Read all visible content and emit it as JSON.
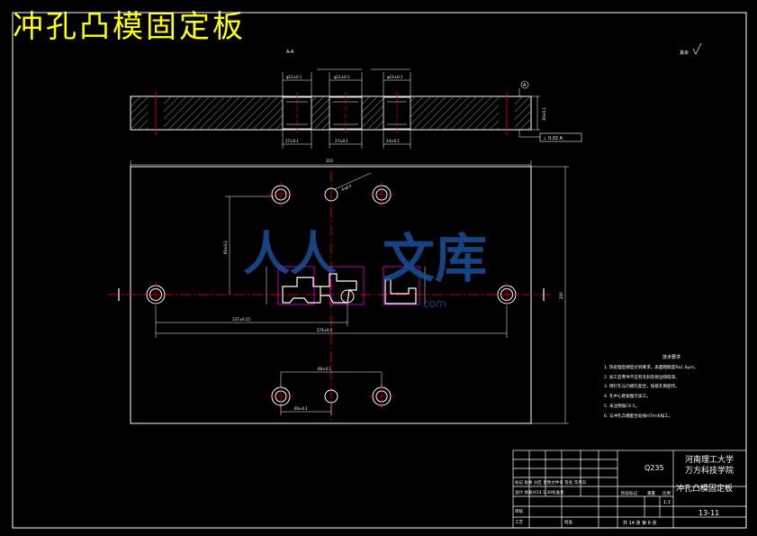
{
  "title": "冲孔凸模固定板",
  "section_label": "A-A",
  "surface_finish": "其余",
  "watermark": {
    "text_1": "人人",
    "text_2": "文库",
    "url": "com"
  },
  "datum_label": "A",
  "tolerance_frame": "⊥ 0.02 A",
  "dimensions": {
    "overall_width": "310",
    "overall_height": "200",
    "hole_pitch_long": "274±0.2",
    "hole_pitch_half": "137±0.15",
    "vertical_60": "60±0.2",
    "bottom_pitch": "66±0.1",
    "bottom_pitch_2": "60±0.1",
    "hole_dia": "4-φ13",
    "thickness": "30±0.1",
    "sec_top_1": "φ11±0.1",
    "sec_top_2": "φ11±0.1",
    "sec_top_3": "φ11±0.1",
    "sec_bot_1": "27±0.1",
    "sec_bot_2": "27±0.1",
    "sec_bot_3": "24±0.1"
  },
  "tech_notes": {
    "title": "技术要求",
    "items": [
      "1. 热处理后硬度达到要求，表面粗糙度Ra1.6μm。",
      "2. 加工后零件不应有毛刺及锐边缺陷等。",
      "3. 销钉孔与凸模孔配合，按基孔制配作。",
      "4. 孔中心距按图示加工。",
      "5. 未注倒角C0.5。",
      "6. 与冲孔凸模配合处按H7/m6加工。"
    ]
  },
  "title_block": {
    "material": "Q235",
    "school_1": "河南理工大学",
    "school_2": "万方科技学院",
    "part_name": "冲孔凸模固定板",
    "drawing_no": "13-11",
    "scale": "1:1",
    "sheets": "共 14 张  第 8 张",
    "row_labels": [
      "标记",
      "处数",
      "分区",
      "更改文件号",
      "签名",
      "年月日"
    ],
    "row_2": "设计  徐振兴14.5.30标准化",
    "labels_stage": "阶段标记",
    "labels_weight": "重量",
    "labels_scale": "比例",
    "label_review": "审核",
    "label_process": "工艺",
    "label_approve": "批准"
  },
  "colors": {
    "line": "#ffffff",
    "center": "#ff0000",
    "title": "#ffff00",
    "watermark": "#1d4f9a",
    "punch": "#ff00ff"
  }
}
